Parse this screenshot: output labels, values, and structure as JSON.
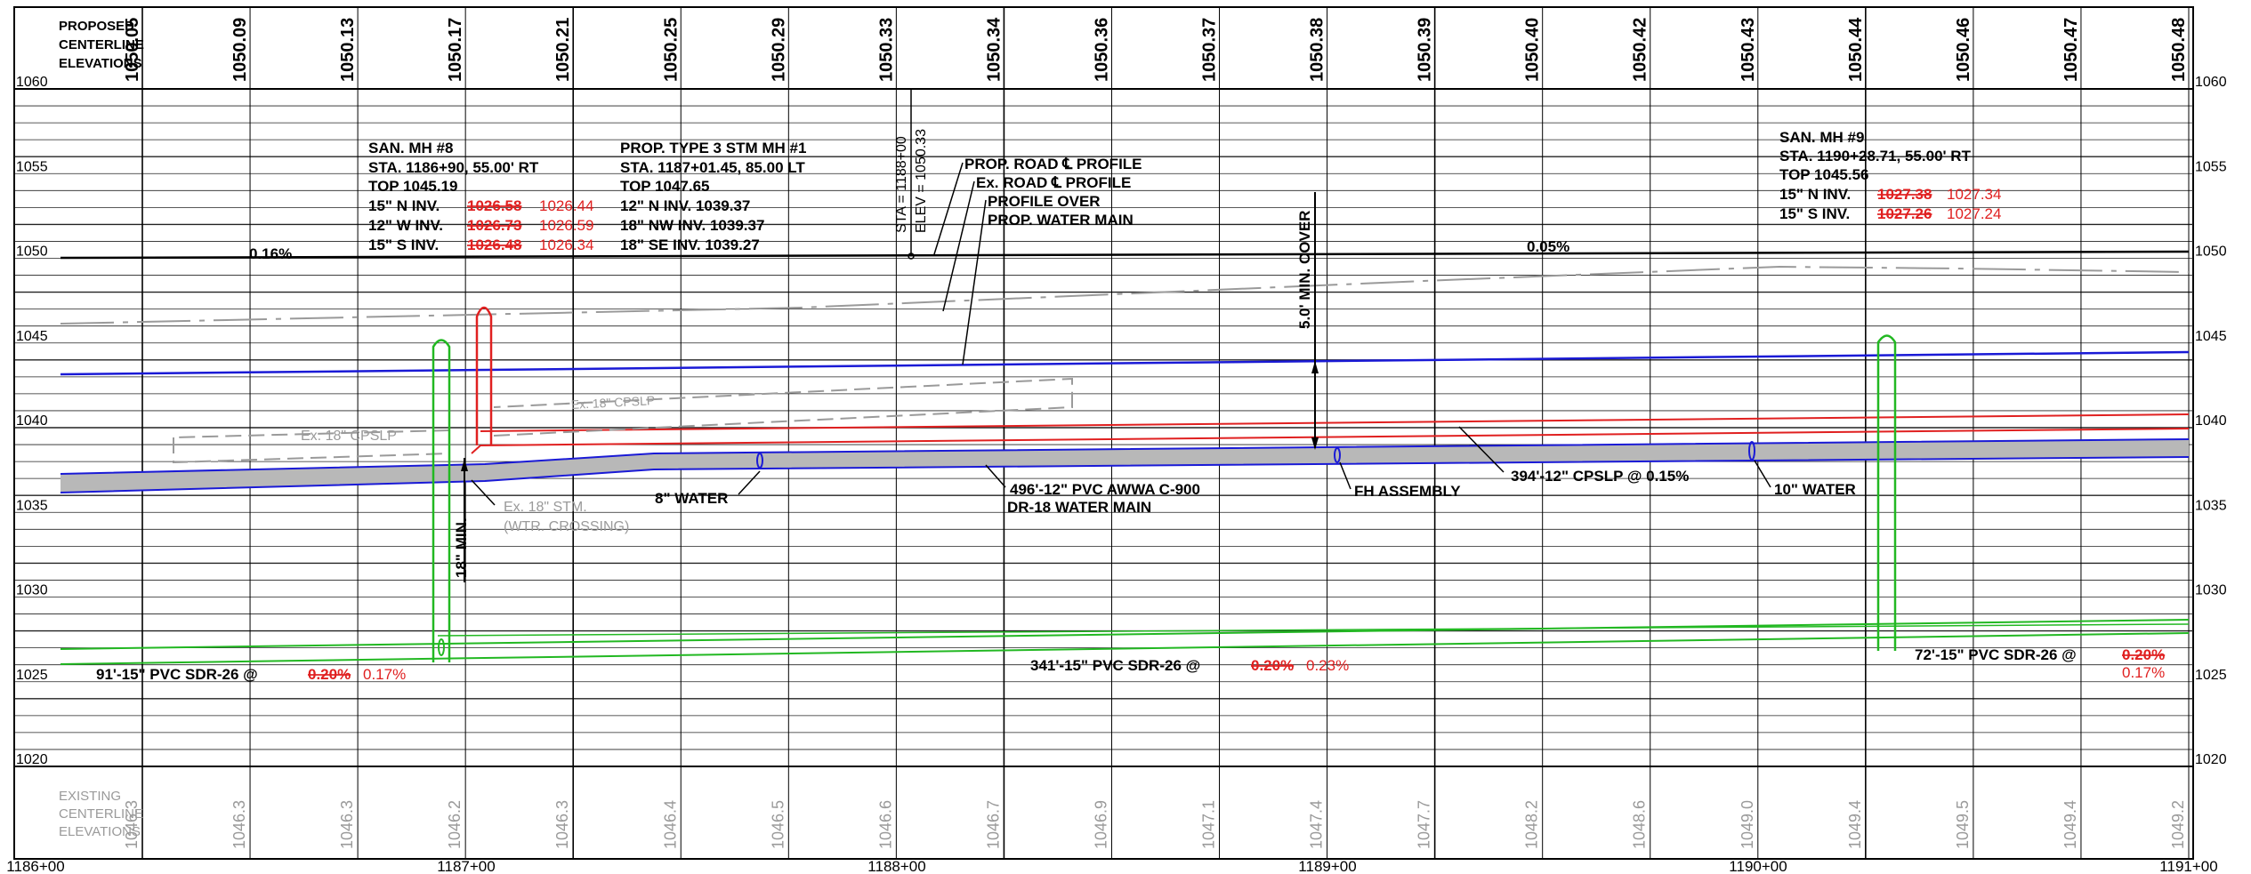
{
  "header_label": [
    "PROPOSED",
    "CENTERLINE",
    "ELEVATIONS"
  ],
  "footer_label": [
    "EXISTING",
    "CENTERLINE",
    "ELEVATIONS"
  ],
  "proposed_elevations": [
    "1050.05",
    "1050.09",
    "1050.13",
    "1050.17",
    "1050.21",
    "1050.25",
    "1050.29",
    "1050.33",
    "1050.34",
    "1050.36",
    "1050.37",
    "1050.38",
    "1050.39",
    "1050.40",
    "1050.42",
    "1050.43",
    "1050.44",
    "1050.46",
    "1050.47",
    "1050.48"
  ],
  "existing_elevations": [
    "1046.3",
    "1046.3",
    "1046.3",
    "1046.2",
    "1046.3",
    "1046.4",
    "1046.5",
    "1046.6",
    "1046.7",
    "1046.9",
    "1047.1",
    "1047.4",
    "1047.7",
    "1048.2",
    "1048.6",
    "1049.0",
    "1049.4",
    "1049.5",
    "1049.4",
    "1049.2"
  ],
  "stations": [
    "1186+00",
    "1187+00",
    "1188+00",
    "1189+00",
    "1190+00",
    "1191+00"
  ],
  "elevation_ticks": [
    "1060",
    "1055",
    "1050",
    "1045",
    "1040",
    "1035",
    "1030",
    "1025",
    "1020"
  ],
  "mh8": {
    "title": "SAN. MH #8",
    "sta": "STA. 1186+90, 55.00' RT",
    "top": "TOP 1045.19",
    "n_inv_label": "15\" N INV.",
    "n_inv_old": "1026.58",
    "n_inv_new": "1026.44",
    "w_inv_label": "12\" W INV.",
    "w_inv_old": "1026.73",
    "w_inv_new": "1026.59",
    "s_inv_label": "15\" S INV.",
    "s_inv_old": "1026.48",
    "s_inv_new": "1026.34"
  },
  "stm1": {
    "title": "PROP. TYPE 3 STM MH #1",
    "sta": "STA. 1187+01.45, 85.00 LT",
    "top": "TOP 1047.65",
    "n_inv": "12\" N INV. 1039.37",
    "nw_inv": "18\" NW INV. 1039.37",
    "se_inv": "18\" SE INV. 1039.27"
  },
  "mh9": {
    "title": "SAN. MH #9",
    "sta": "STA. 1190+28.71, 55.00' RT",
    "top": "TOP 1045.56",
    "n_inv_label": "15\" N INV.",
    "n_inv_old": "1027.38",
    "n_inv_new": "1027.34",
    "s_inv_label": "15\" S INV.",
    "s_inv_old": "1027.26",
    "s_inv_new": "1027.24"
  },
  "sta_vertical": "STA = 1188+00",
  "elev_vertical": "ELEV = 1050.33",
  "legend_road_prop": "PROP. ROAD ℄ PROFILE",
  "legend_road_ex": "Ex. ROAD ℄ PROFILE",
  "legend_profile_over_1": "PROFILE OVER",
  "legend_profile_over_2": "PROP. WATER MAIN",
  "slope_left": "0.16%",
  "slope_right": "0.05%",
  "min_cover": "5.0' MIN. COVER",
  "min_18": "18\" MIN.",
  "ex_cpslp_left": "Ex. 18\" CPSLP",
  "ex_cpslp_mid": "Ex. 18\" CPSLP",
  "ex_stm": "Ex. 18\" STM.",
  "wtr_crossing": "(WTR. CROSSING)",
  "water_8": "8\" WATER",
  "water_main_1": "496'-12\" PVC AWWA C-900",
  "water_main_2": "DR-18 WATER MAIN",
  "fh_assembly": "FH ASSEMBLY",
  "cpslp_394": "394'-12\" CPSLP @ 0.15%",
  "water_10": "10\" WATER",
  "sewer_left": "91'-15\" PVC SDR-26 @",
  "sewer_left_old": "0.20%",
  "sewer_left_new": "0.17%",
  "sewer_mid": "341'-15\" PVC SDR-26 @",
  "sewer_mid_old": "0.20%",
  "sewer_mid_new": "0.23%",
  "sewer_right": "72'-15\" PVC SDR-26 @",
  "sewer_right_old": "0.20%",
  "sewer_right_new": "0.17%",
  "colors": {
    "ink": "#000000",
    "grid": "#222222",
    "water": "#1a1ad6",
    "storm": "#e02020",
    "sewer": "#22b822",
    "existing": "#9a9a9a",
    "fill": "#b8b8b8",
    "revision": "#e02020"
  }
}
